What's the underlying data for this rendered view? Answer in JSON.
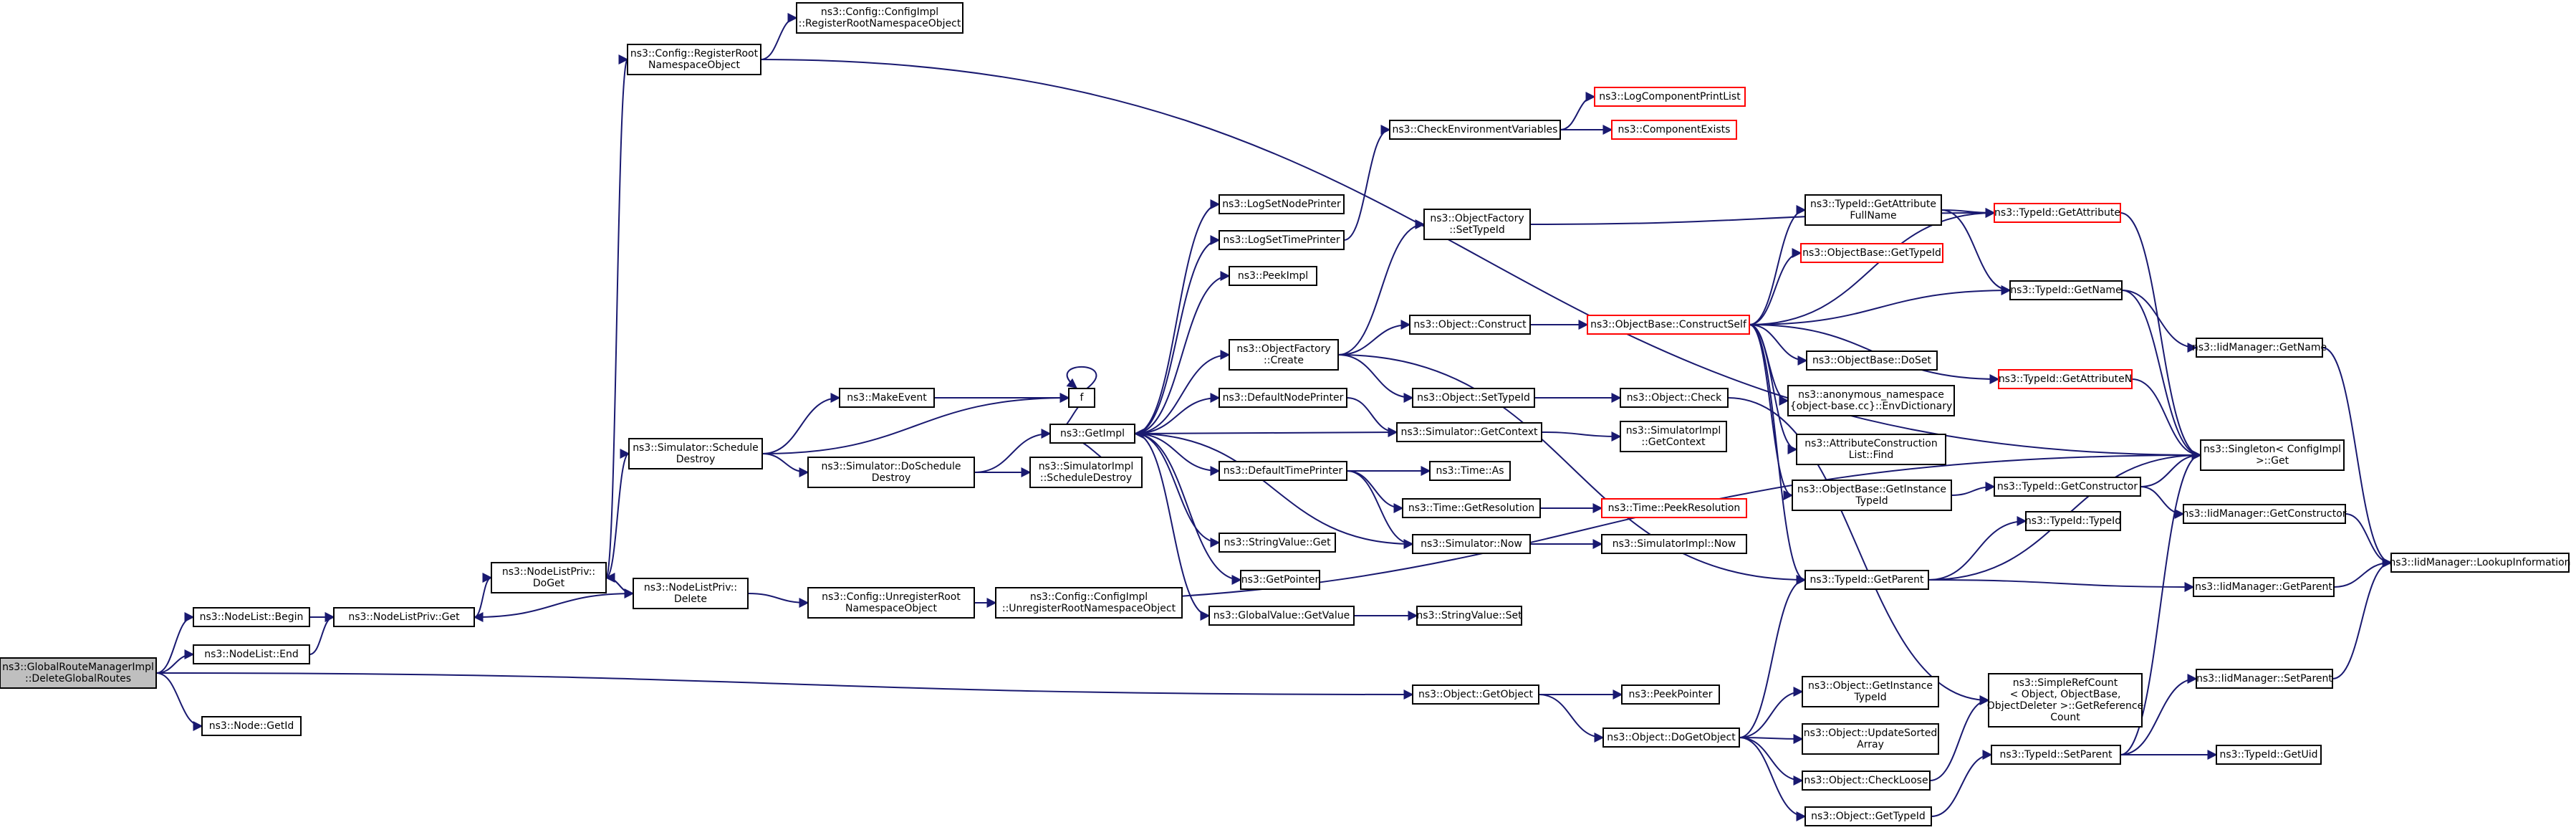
{
  "colors": {
    "edge": "#191970",
    "node_border": "#000000",
    "missing_node_border": "#ff0000",
    "root_fill": "#bfbfbf",
    "background": "#ffffff"
  },
  "nodes": [
    {
      "id": "root",
      "lines": [
        "ns3::GlobalRouteManagerImpl",
        "::DeleteGlobalRoutes"
      ],
      "style": "root"
    },
    {
      "id": "begin",
      "lines": [
        "ns3::NodeList::Begin"
      ]
    },
    {
      "id": "end",
      "lines": [
        "ns3::NodeList::End"
      ]
    },
    {
      "id": "getid",
      "lines": [
        "ns3::Node::GetId"
      ]
    },
    {
      "id": "nlpget",
      "lines": [
        "ns3::NodeListPriv::Get"
      ]
    },
    {
      "id": "doget",
      "lines": [
        "ns3::NodeListPriv::",
        "DoGet"
      ]
    },
    {
      "id": "delete",
      "lines": [
        "ns3::NodeListPriv::",
        "Delete"
      ]
    },
    {
      "id": "regroot",
      "lines": [
        "ns3::Config::RegisterRoot",
        "NamespaceObject"
      ]
    },
    {
      "id": "cfgreg",
      "lines": [
        "ns3::Config::ConfigImpl",
        "::RegisterRootNamespaceObject"
      ]
    },
    {
      "id": "schedule",
      "lines": [
        "ns3::Simulator::Schedule",
        "Destroy"
      ]
    },
    {
      "id": "makeevent",
      "lines": [
        "ns3::MakeEvent"
      ]
    },
    {
      "id": "dosched",
      "lines": [
        "ns3::Simulator::DoSchedule",
        "Destroy"
      ]
    },
    {
      "id": "unreg",
      "lines": [
        "ns3::Config::UnregisterRoot",
        "NamespaceObject"
      ]
    },
    {
      "id": "cfgunreg",
      "lines": [
        "ns3::Config::ConfigImpl",
        "::UnregisterRootNamespaceObject"
      ]
    },
    {
      "id": "f",
      "lines": [
        "f"
      ]
    },
    {
      "id": "getimpl",
      "lines": [
        "ns3::GetImpl"
      ]
    },
    {
      "id": "simschedd",
      "lines": [
        "ns3::SimulatorImpl",
        "::ScheduleDestroy"
      ]
    },
    {
      "id": "lognode",
      "lines": [
        "ns3::LogSetNodePrinter"
      ]
    },
    {
      "id": "logtime",
      "lines": [
        "ns3::LogSetTimePrinter"
      ]
    },
    {
      "id": "peekimpl",
      "lines": [
        "ns3::PeekImpl"
      ]
    },
    {
      "id": "ofcreate",
      "lines": [
        "ns3::ObjectFactory",
        "::Create"
      ]
    },
    {
      "id": "defnode",
      "lines": [
        "ns3::DefaultNodePrinter"
      ]
    },
    {
      "id": "deftime",
      "lines": [
        "ns3::DefaultTimePrinter"
      ]
    },
    {
      "id": "svget",
      "lines": [
        "ns3::StringValue::Get"
      ]
    },
    {
      "id": "getpointer",
      "lines": [
        "ns3::GetPointer"
      ]
    },
    {
      "id": "gvgetvalue",
      "lines": [
        "ns3::GlobalValue::GetValue"
      ]
    },
    {
      "id": "checkenv",
      "lines": [
        "ns3::CheckEnvironmentVariables"
      ]
    },
    {
      "id": "logcomp",
      "lines": [
        "ns3::LogComponentPrintList"
      ],
      "style": "red"
    },
    {
      "id": "compexists",
      "lines": [
        "ns3::ComponentExists"
      ],
      "style": "red"
    },
    {
      "id": "ofsettype",
      "lines": [
        "ns3::ObjectFactory",
        "::SetTypeId"
      ]
    },
    {
      "id": "objconstruct",
      "lines": [
        "ns3::Object::Construct"
      ]
    },
    {
      "id": "objsettype",
      "lines": [
        "ns3::Object::SetTypeId"
      ]
    },
    {
      "id": "simgetctx",
      "lines": [
        "ns3::Simulator::GetContext"
      ]
    },
    {
      "id": "timeas",
      "lines": [
        "ns3::Time::As"
      ]
    },
    {
      "id": "timegetres",
      "lines": [
        "ns3::Time::GetResolution"
      ]
    },
    {
      "id": "simnow",
      "lines": [
        "ns3::Simulator::Now"
      ]
    },
    {
      "id": "svset",
      "lines": [
        "ns3::StringValue::Set"
      ]
    },
    {
      "id": "objcheck",
      "lines": [
        "ns3::Object::Check"
      ]
    },
    {
      "id": "simimplctx",
      "lines": [
        "ns3::SimulatorImpl",
        "::GetContext"
      ]
    },
    {
      "id": "peekres",
      "lines": [
        "ns3::Time::PeekResolution"
      ],
      "style": "red"
    },
    {
      "id": "simimplnow",
      "lines": [
        "ns3::SimulatorImpl::Now"
      ]
    },
    {
      "id": "constructself",
      "lines": [
        "ns3::ObjectBase::ConstructSelf"
      ],
      "style": "red"
    },
    {
      "id": "getattrfull",
      "lines": [
        "ns3::TypeId::GetAttribute",
        "FullName"
      ]
    },
    {
      "id": "obgettype",
      "lines": [
        "ns3::ObjectBase::GetTypeId"
      ],
      "style": "red"
    },
    {
      "id": "dosetobj",
      "lines": [
        "ns3::ObjectBase::DoSet"
      ]
    },
    {
      "id": "envdict",
      "lines": [
        "ns3::anonymous_namespace",
        "{object-base.cc}::EnvDictionary"
      ]
    },
    {
      "id": "attrfind",
      "lines": [
        "ns3::AttributeConstruction",
        "List::Find"
      ]
    },
    {
      "id": "getinsttype",
      "lines": [
        "ns3::ObjectBase::GetInstance",
        "TypeId"
      ]
    },
    {
      "id": "getattribute",
      "lines": [
        "ns3::TypeId::GetAttribute"
      ],
      "style": "red"
    },
    {
      "id": "gettypename",
      "lines": [
        "ns3::TypeId::GetName"
      ]
    },
    {
      "id": "getattrn",
      "lines": [
        "ns3::TypeId::GetAttributeN"
      ],
      "style": "red"
    },
    {
      "id": "getctor",
      "lines": [
        "ns3::TypeId::GetConstructor"
      ]
    },
    {
      "id": "typeidctor",
      "lines": [
        "ns3::TypeId::TypeId"
      ]
    },
    {
      "id": "getparent",
      "lines": [
        "ns3::TypeId::GetParent"
      ]
    },
    {
      "id": "singleton",
      "lines": [
        "ns3::Singleton< ConfigImpl",
        " >::Get"
      ]
    },
    {
      "id": "iidgetname",
      "lines": [
        "ns3::IidManager::GetName"
      ]
    },
    {
      "id": "iidgetctor",
      "lines": [
        "ns3::IidManager::GetConstructor"
      ]
    },
    {
      "id": "iidgetparent",
      "lines": [
        "ns3::IidManager::GetParent"
      ]
    },
    {
      "id": "lookup",
      "lines": [
        "ns3::IidManager::LookupInformation"
      ]
    },
    {
      "id": "getobject",
      "lines": [
        "ns3::Object::GetObject"
      ]
    },
    {
      "id": "peekpointer",
      "lines": [
        "ns3::PeekPointer"
      ]
    },
    {
      "id": "dogetobject",
      "lines": [
        "ns3::Object::DoGetObject"
      ]
    },
    {
      "id": "objgetinst",
      "lines": [
        "ns3::Object::GetInstance",
        "TypeId"
      ]
    },
    {
      "id": "updatesorted",
      "lines": [
        "ns3::Object::UpdateSorted",
        "Array"
      ]
    },
    {
      "id": "checkloose",
      "lines": [
        "ns3::Object::CheckLoose"
      ]
    },
    {
      "id": "objgettype",
      "lines": [
        "ns3::Object::GetTypeId"
      ]
    },
    {
      "id": "refcount",
      "lines": [
        "ns3::SimpleRefCount",
        "< Object, ObjectBase,",
        " ObjectDeleter >::GetReference",
        "Count"
      ]
    },
    {
      "id": "setparent",
      "lines": [
        "ns3::TypeId::SetParent"
      ]
    },
    {
      "id": "iidsetparent",
      "lines": [
        "ns3::IidManager::SetParent"
      ]
    },
    {
      "id": "getuid",
      "lines": [
        "ns3::TypeId::GetUid"
      ]
    }
  ],
  "edges": [
    [
      "root",
      "begin"
    ],
    [
      "root",
      "end"
    ],
    [
      "root",
      "getid"
    ],
    [
      "root",
      "getobject"
    ],
    [
      "begin",
      "nlpget"
    ],
    [
      "end",
      "nlpget"
    ],
    [
      "nlpget",
      "doget"
    ],
    [
      "doget",
      "delete"
    ],
    [
      "delete",
      "doget"
    ],
    [
      "delete",
      "nlpget"
    ],
    [
      "doget",
      "regroot"
    ],
    [
      "doget",
      "schedule"
    ],
    [
      "regroot",
      "cfgreg"
    ],
    [
      "regroot",
      "singleton"
    ],
    [
      "schedule",
      "makeevent"
    ],
    [
      "schedule",
      "f"
    ],
    [
      "schedule",
      "dosched"
    ],
    [
      "makeevent",
      "f"
    ],
    [
      "f",
      "f"
    ],
    [
      "delete",
      "unreg"
    ],
    [
      "unreg",
      "cfgunreg"
    ],
    [
      "unreg",
      "singleton"
    ],
    [
      "dosched",
      "getimpl"
    ],
    [
      "dosched",
      "simschedd"
    ],
    [
      "getimpl",
      "lognode"
    ],
    [
      "getimpl",
      "logtime"
    ],
    [
      "getimpl",
      "peekimpl"
    ],
    [
      "getimpl",
      "f"
    ],
    [
      "getimpl",
      "ofcreate"
    ],
    [
      "getimpl",
      "defnode"
    ],
    [
      "getimpl",
      "deftime"
    ],
    [
      "getimpl",
      "simschedd"
    ],
    [
      "getimpl",
      "svget"
    ],
    [
      "getimpl",
      "getpointer"
    ],
    [
      "getimpl",
      "gvgetvalue"
    ],
    [
      "getimpl",
      "simnow"
    ],
    [
      "logtime",
      "checkenv"
    ],
    [
      "checkenv",
      "logcomp"
    ],
    [
      "checkenv",
      "compexists"
    ],
    [
      "ofcreate",
      "ofsettype"
    ],
    [
      "ofcreate",
      "objconstruct"
    ],
    [
      "ofcreate",
      "objsettype"
    ],
    [
      "ofcreate",
      "getparent"
    ],
    [
      "defnode",
      "simgetctx"
    ],
    [
      "deftime",
      "timeas"
    ],
    [
      "deftime",
      "timegetres"
    ],
    [
      "deftime",
      "simnow"
    ],
    [
      "gvgetvalue",
      "svset"
    ],
    [
      "objsettype",
      "objcheck"
    ],
    [
      "objcheck",
      "refcount"
    ],
    [
      "simgetctx",
      "simimplctx"
    ],
    [
      "simgetctx",
      "getimpl"
    ],
    [
      "timegetres",
      "peekres"
    ],
    [
      "simnow",
      "simimplnow"
    ],
    [
      "ofsettype",
      "getattribute"
    ],
    [
      "objconstruct",
      "constructself"
    ],
    [
      "constructself",
      "getattrfull"
    ],
    [
      "constructself",
      "obgettype"
    ],
    [
      "constructself",
      "dosetobj"
    ],
    [
      "constructself",
      "envdict"
    ],
    [
      "constructself",
      "attrfind"
    ],
    [
      "constructself",
      "getinsttype"
    ],
    [
      "constructself",
      "getattribute"
    ],
    [
      "constructself",
      "gettypename"
    ],
    [
      "constructself",
      "getattrn"
    ],
    [
      "constructself",
      "getparent"
    ],
    [
      "getattrfull",
      "getattribute"
    ],
    [
      "getattrfull",
      "gettypename"
    ],
    [
      "getattribute",
      "singleton"
    ],
    [
      "gettypename",
      "singleton"
    ],
    [
      "gettypename",
      "iidgetname"
    ],
    [
      "getattrn",
      "singleton"
    ],
    [
      "iidgetname",
      "lookup"
    ],
    [
      "getctor",
      "singleton"
    ],
    [
      "getctor",
      "iidgetctor"
    ],
    [
      "iidgetctor",
      "lookup"
    ],
    [
      "getparent",
      "typeidctor"
    ],
    [
      "getparent",
      "singleton"
    ],
    [
      "getparent",
      "iidgetparent"
    ],
    [
      "iidgetparent",
      "lookup"
    ],
    [
      "getobject",
      "peekpointer"
    ],
    [
      "getobject",
      "dogetobject"
    ],
    [
      "dogetobject",
      "getparent"
    ],
    [
      "dogetobject",
      "objgetinst"
    ],
    [
      "dogetobject",
      "updatesorted"
    ],
    [
      "dogetobject",
      "checkloose"
    ],
    [
      "dogetobject",
      "objgettype"
    ],
    [
      "checkloose",
      "refcount"
    ],
    [
      "objgettype",
      "setparent"
    ],
    [
      "setparent",
      "singleton"
    ],
    [
      "setparent",
      "iidsetparent"
    ],
    [
      "setparent",
      "getuid"
    ],
    [
      "iidsetparent",
      "lookup"
    ],
    [
      "getinsttype",
      "getctor"
    ]
  ]
}
